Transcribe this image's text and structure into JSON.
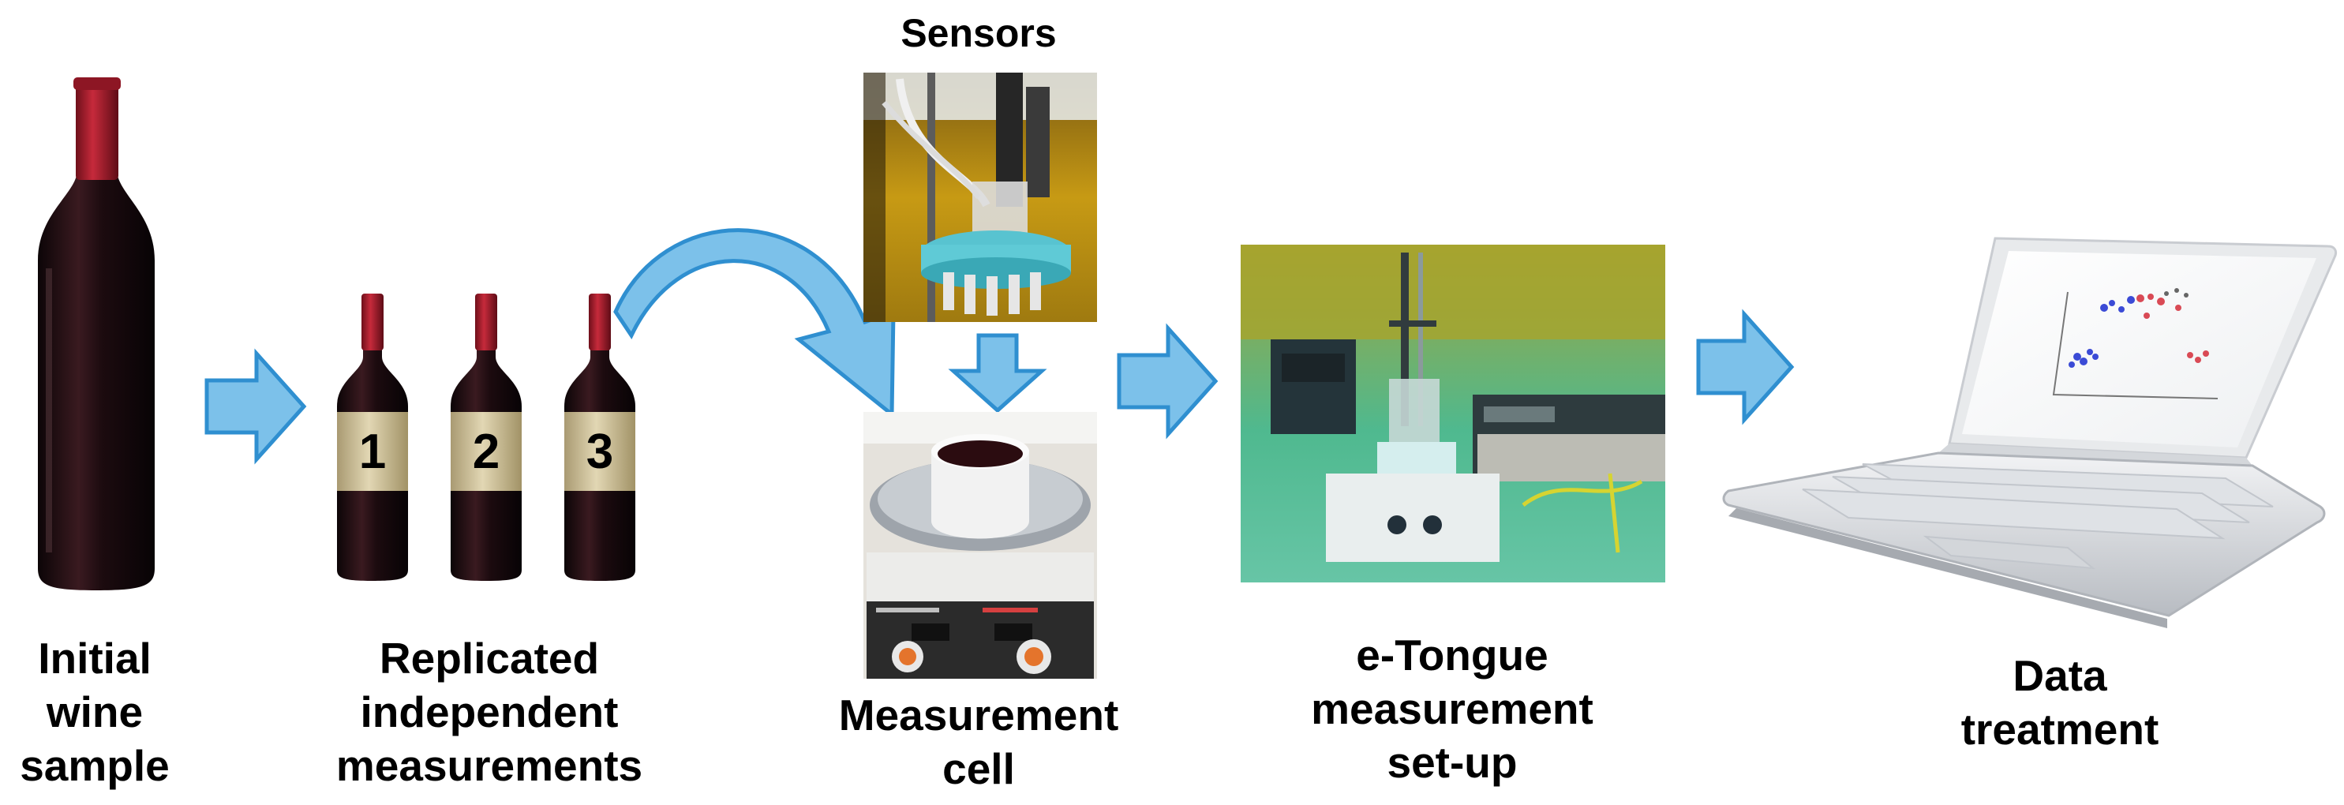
{
  "diagram": {
    "sensors_label": "Sensors",
    "steps": [
      {
        "lines": [
          "Initial",
          "wine",
          "sample"
        ]
      },
      {
        "lines": [
          "Replicated",
          "independent",
          "measurements"
        ]
      },
      {
        "lines": [
          "Measurement",
          "cell"
        ]
      },
      {
        "lines": [
          "e-Tongue",
          "measurement",
          "set-up"
        ]
      },
      {
        "lines": [
          "Data",
          "treatment"
        ]
      }
    ],
    "replicate_numbers": [
      "1",
      "2",
      "3"
    ]
  },
  "colors": {
    "arrow_fill": "#7cc1ea",
    "arrow_stroke": "#2f8fd0",
    "bottle": "#1a0a0e",
    "capsule": "#a51c2c",
    "bottle_label": "#cdbf97"
  }
}
